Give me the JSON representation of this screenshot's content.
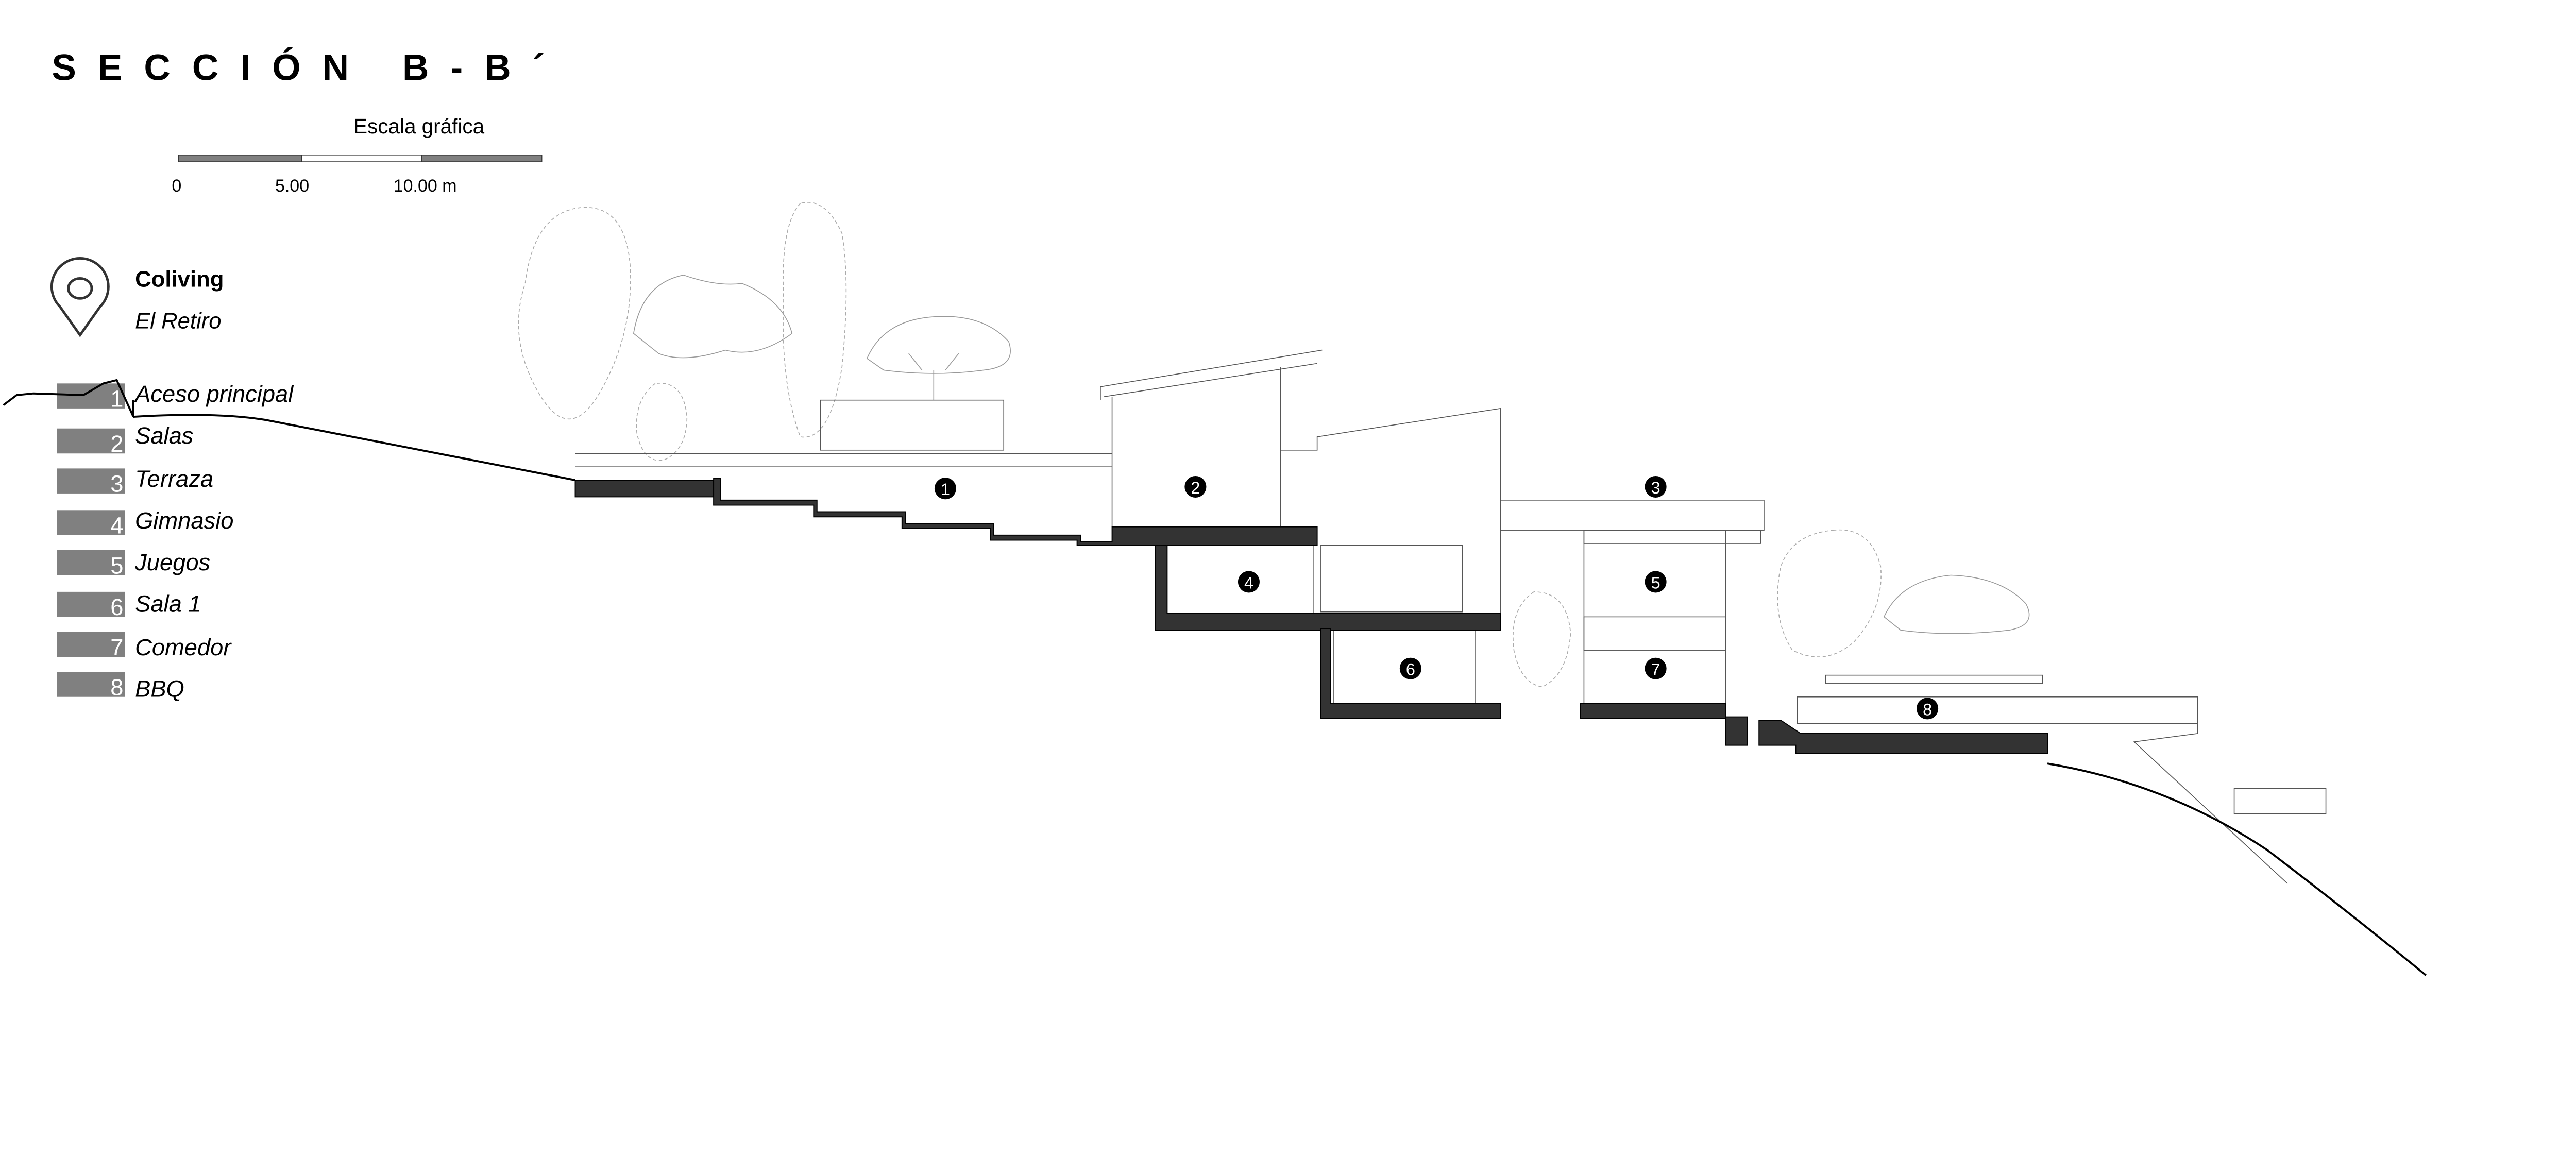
{
  "title": "SECCIÓN B-B´",
  "scale": {
    "label": "Escala gráfica",
    "ticks": [
      "0",
      "5.00",
      "10.00 m"
    ]
  },
  "project": {
    "name": "Coliving",
    "location": "El Retiro",
    "icon": "map-pin-icon"
  },
  "legend": [
    {
      "num": "1",
      "label": "Aceso principal"
    },
    {
      "num": "2",
      "label": "Salas"
    },
    {
      "num": "3",
      "label": "Terraza"
    },
    {
      "num": "4",
      "label": "Gimnasio"
    },
    {
      "num": "5",
      "label": "Juegos"
    },
    {
      "num": "6",
      "label": "Sala 1"
    },
    {
      "num": "7",
      "label": "Comedor"
    },
    {
      "num": "8",
      "label": "BBQ"
    }
  ],
  "colors": {
    "legend_box": "#808080",
    "slab": "#333333",
    "marker": "#000000"
  }
}
